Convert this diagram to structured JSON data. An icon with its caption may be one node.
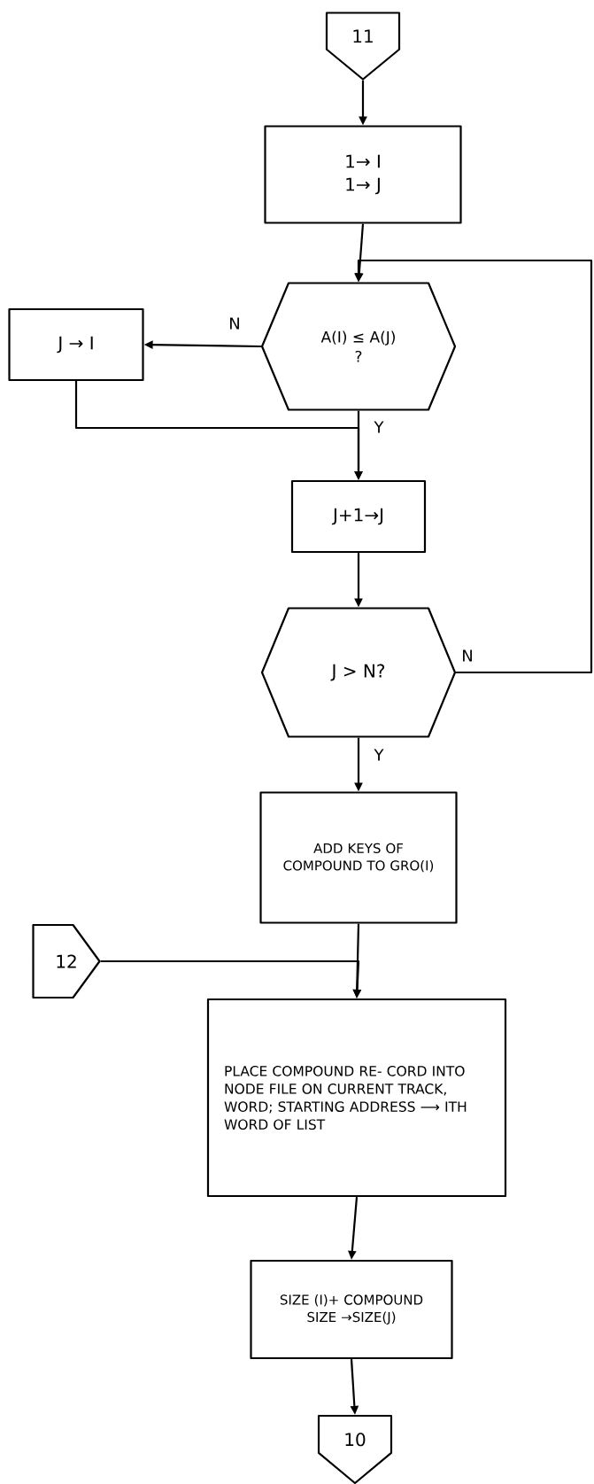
{
  "diagram": {
    "nodes": [
      {
        "text": [
          "11"
        ]
      },
      {
        "text": [
          "1→ I",
          "1→ J"
        ]
      },
      {
        "text": [
          "A(I) ≤ A(J)",
          "?"
        ]
      },
      {
        "text": [
          "J → I"
        ]
      },
      {
        "text": [
          "J+1→J"
        ]
      },
      {
        "text": [
          "J > N?"
        ]
      },
      {
        "text": [
          "ADD KEYS OF COMPOUND TO GRO(I)"
        ]
      },
      {
        "text": [
          "12"
        ]
      },
      {
        "text": [
          "PLACE COMPOUND RE- CORD INTO NODE FILE ON CURRENT TRACK, WORD; STARTING ADDRESS ⟶ ITH WORD OF LIST"
        ]
      },
      {
        "text": [
          "SIZE (I)+ COMPOUND SIZE →SIZE(J)"
        ]
      },
      {
        "text": [
          "10"
        ]
      }
    ],
    "edges": [
      {
        "from": 0,
        "to": 1,
        "arrow": "to"
      },
      {
        "from": 1,
        "to": 2,
        "arrow": "to"
      },
      {
        "from": 2,
        "to": 3,
        "arrow": "to",
        "label": "N"
      },
      {
        "from": 2,
        "to": 4,
        "arrow": "to",
        "label": "Y"
      },
      {
        "from": 3,
        "to": 4,
        "arrow": "to"
      },
      {
        "from": 4,
        "to": 5,
        "arrow": "to"
      },
      {
        "from": 5,
        "to": 2,
        "arrow": "to",
        "label": "N"
      },
      {
        "from": 5,
        "to": 6,
        "arrow": "to",
        "label": "Y"
      },
      {
        "from": 6,
        "to": 8,
        "arrow": "to"
      },
      {
        "from": 7,
        "to": 8,
        "arrow": "to"
      },
      {
        "from": 8,
        "to": 9,
        "arrow": "to"
      },
      {
        "from": 9,
        "to": 10,
        "arrow": "to"
      }
    ]
  }
}
